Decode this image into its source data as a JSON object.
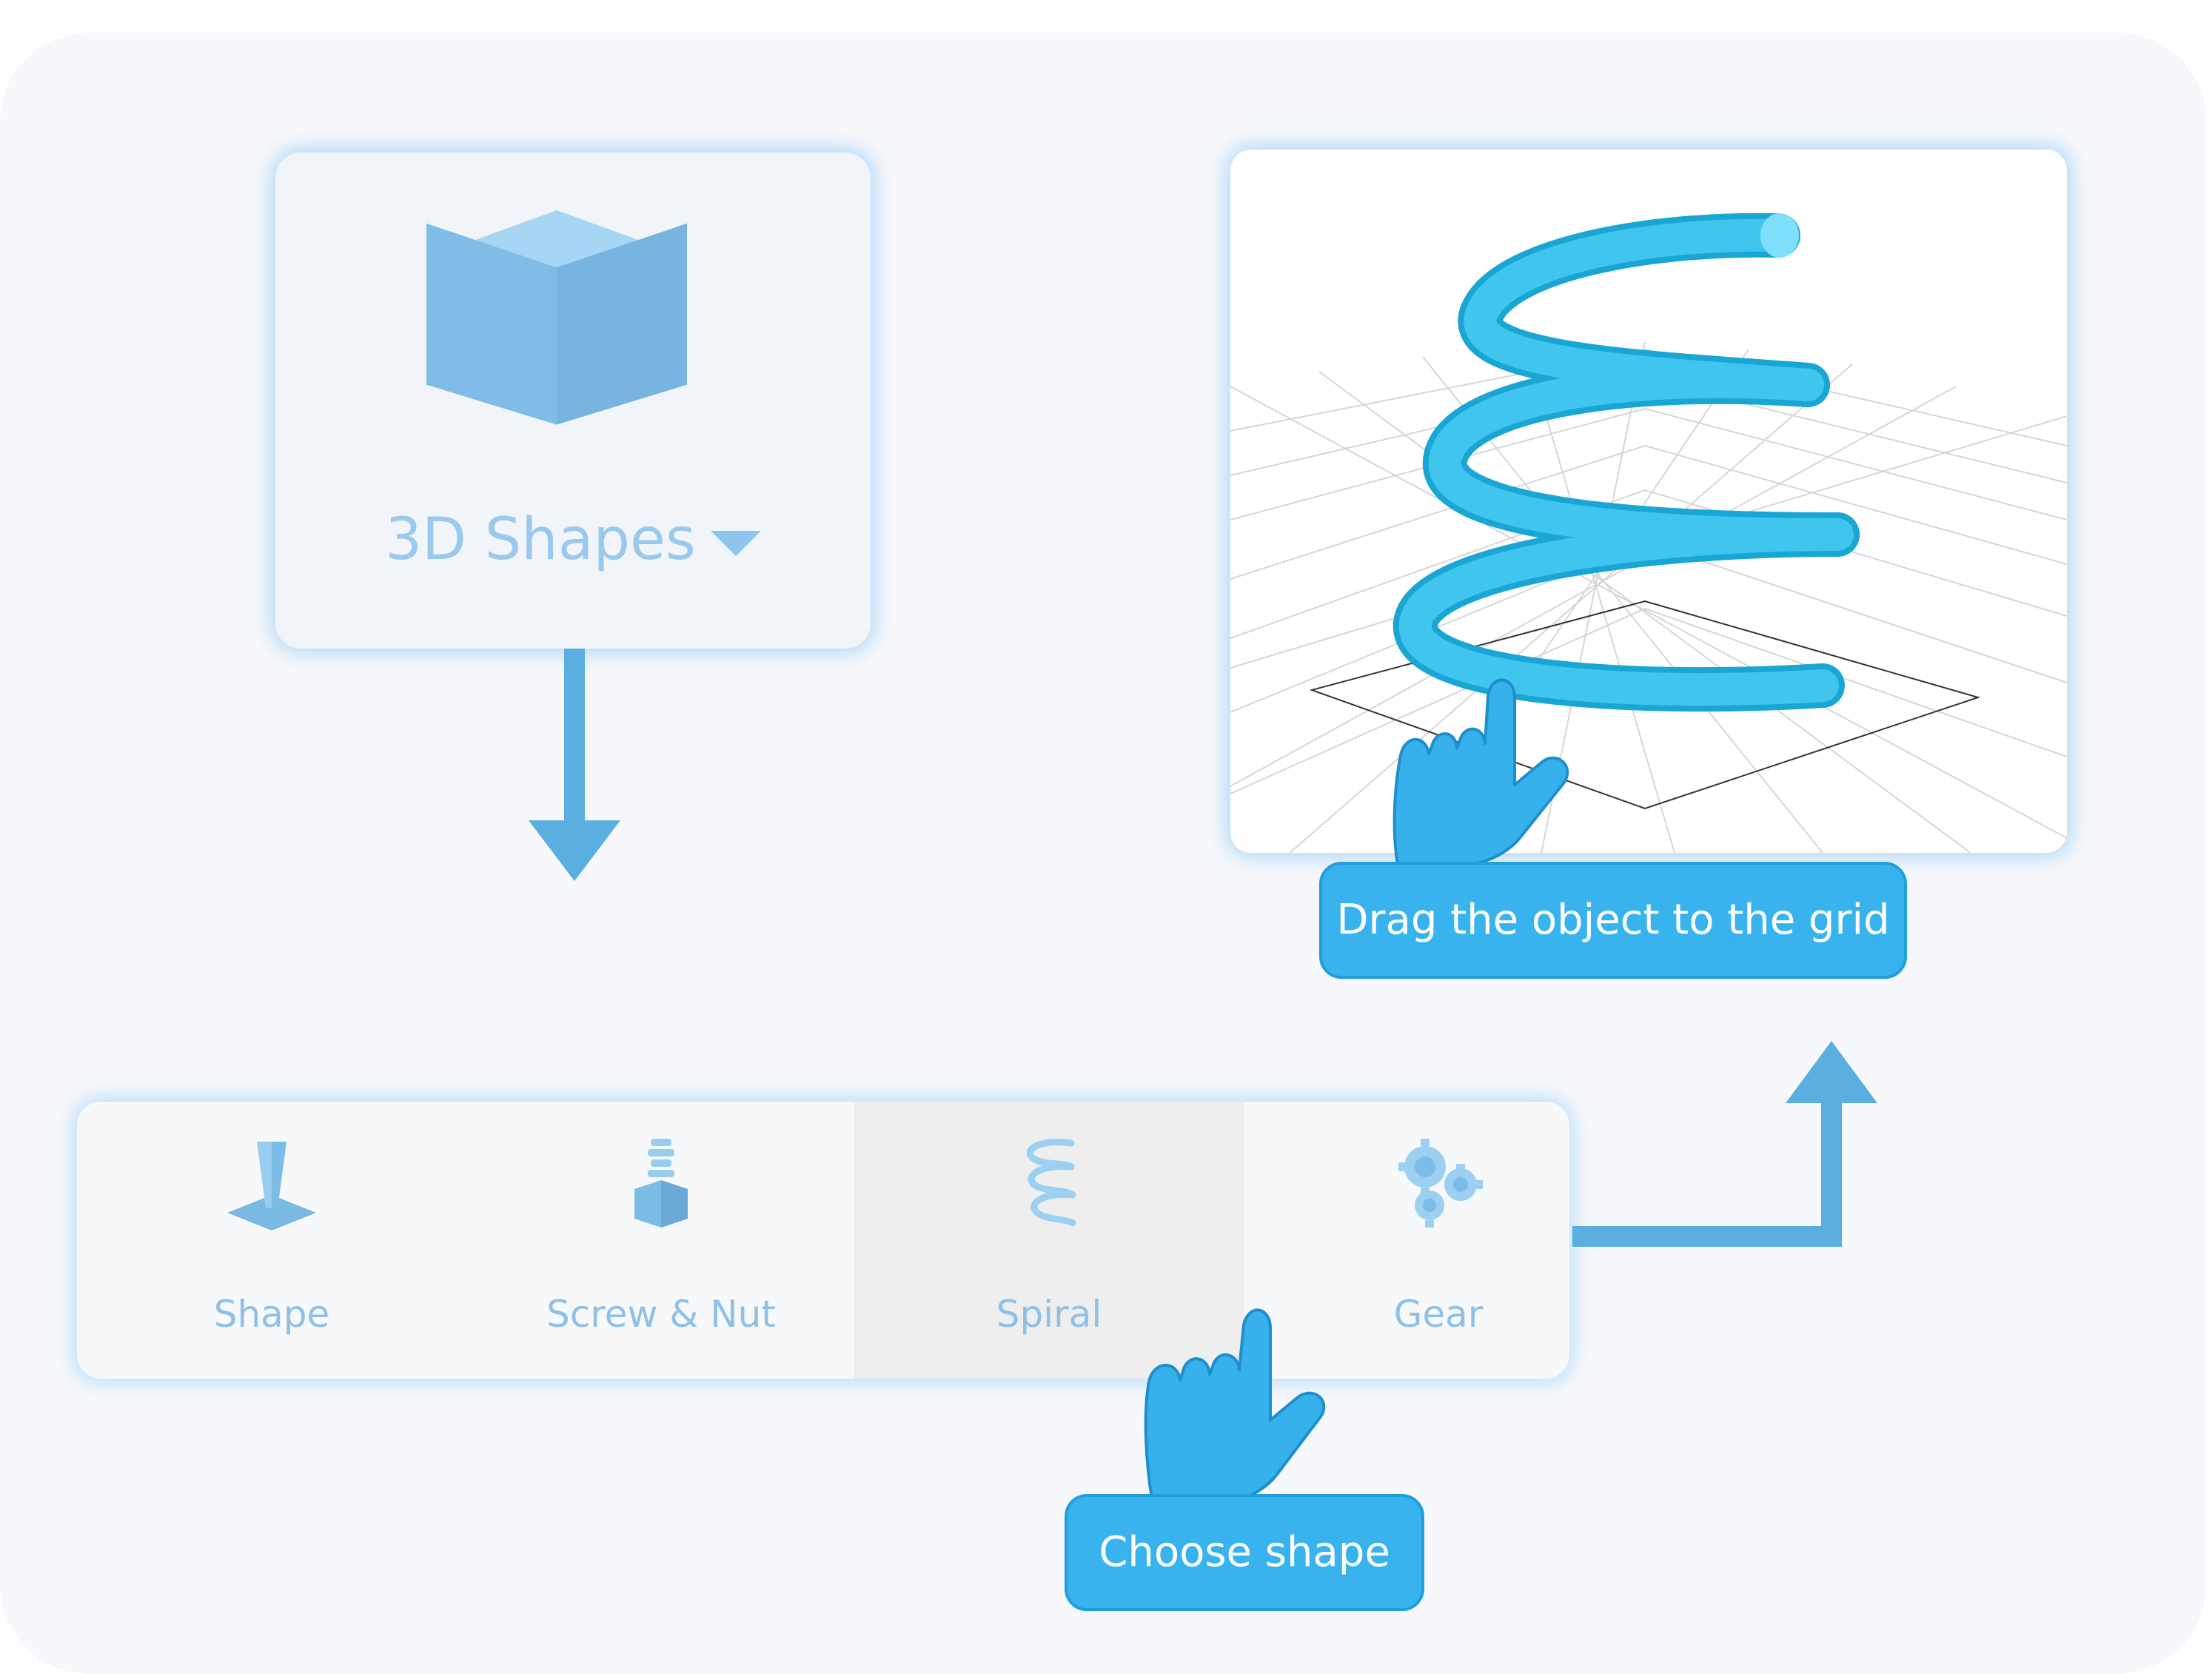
{
  "shapes_card": {
    "label": "3D Shapes",
    "icon": "cube-icon",
    "dropdown_icon": "triangle-down-icon"
  },
  "toolbar": {
    "items": [
      {
        "label": "Shape",
        "icon": "shape-icon"
      },
      {
        "label": "Screw & Nut",
        "icon": "screw-nut-icon"
      },
      {
        "label": "Spiral",
        "icon": "spiral-icon",
        "selected": true
      },
      {
        "label": "Gear",
        "icon": "gear-icon"
      }
    ]
  },
  "viewport": {
    "object": "spiral-object",
    "grid": "build-grid"
  },
  "callouts": {
    "drag": "Drag the object to the grid",
    "choose": "Choose shape"
  },
  "colors": {
    "accent": "#39b3ee",
    "arrow": "#5aaee0",
    "spiral": "#35c4ec",
    "icon_light": "#9bd0f2",
    "icon_mid": "#7cbde8",
    "icon_dark": "#6aa9d8",
    "panel_bg": "#f6f8fb"
  }
}
